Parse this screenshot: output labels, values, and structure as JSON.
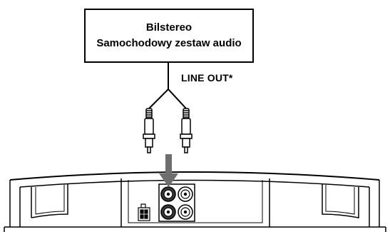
{
  "box": {
    "line1": "Bilstereo",
    "line2": "Samochodowy zestaw audio"
  },
  "connector_label": "LINE OUT*",
  "colors": {
    "line": "#000000",
    "arrow": "#6e6e6e",
    "jack_dark": "#3a3a3a"
  },
  "icons": [
    "rca-plug-icon",
    "rca-plug-icon",
    "down-arrow-icon",
    "power-connector-icon",
    "rca-jack-icon"
  ]
}
